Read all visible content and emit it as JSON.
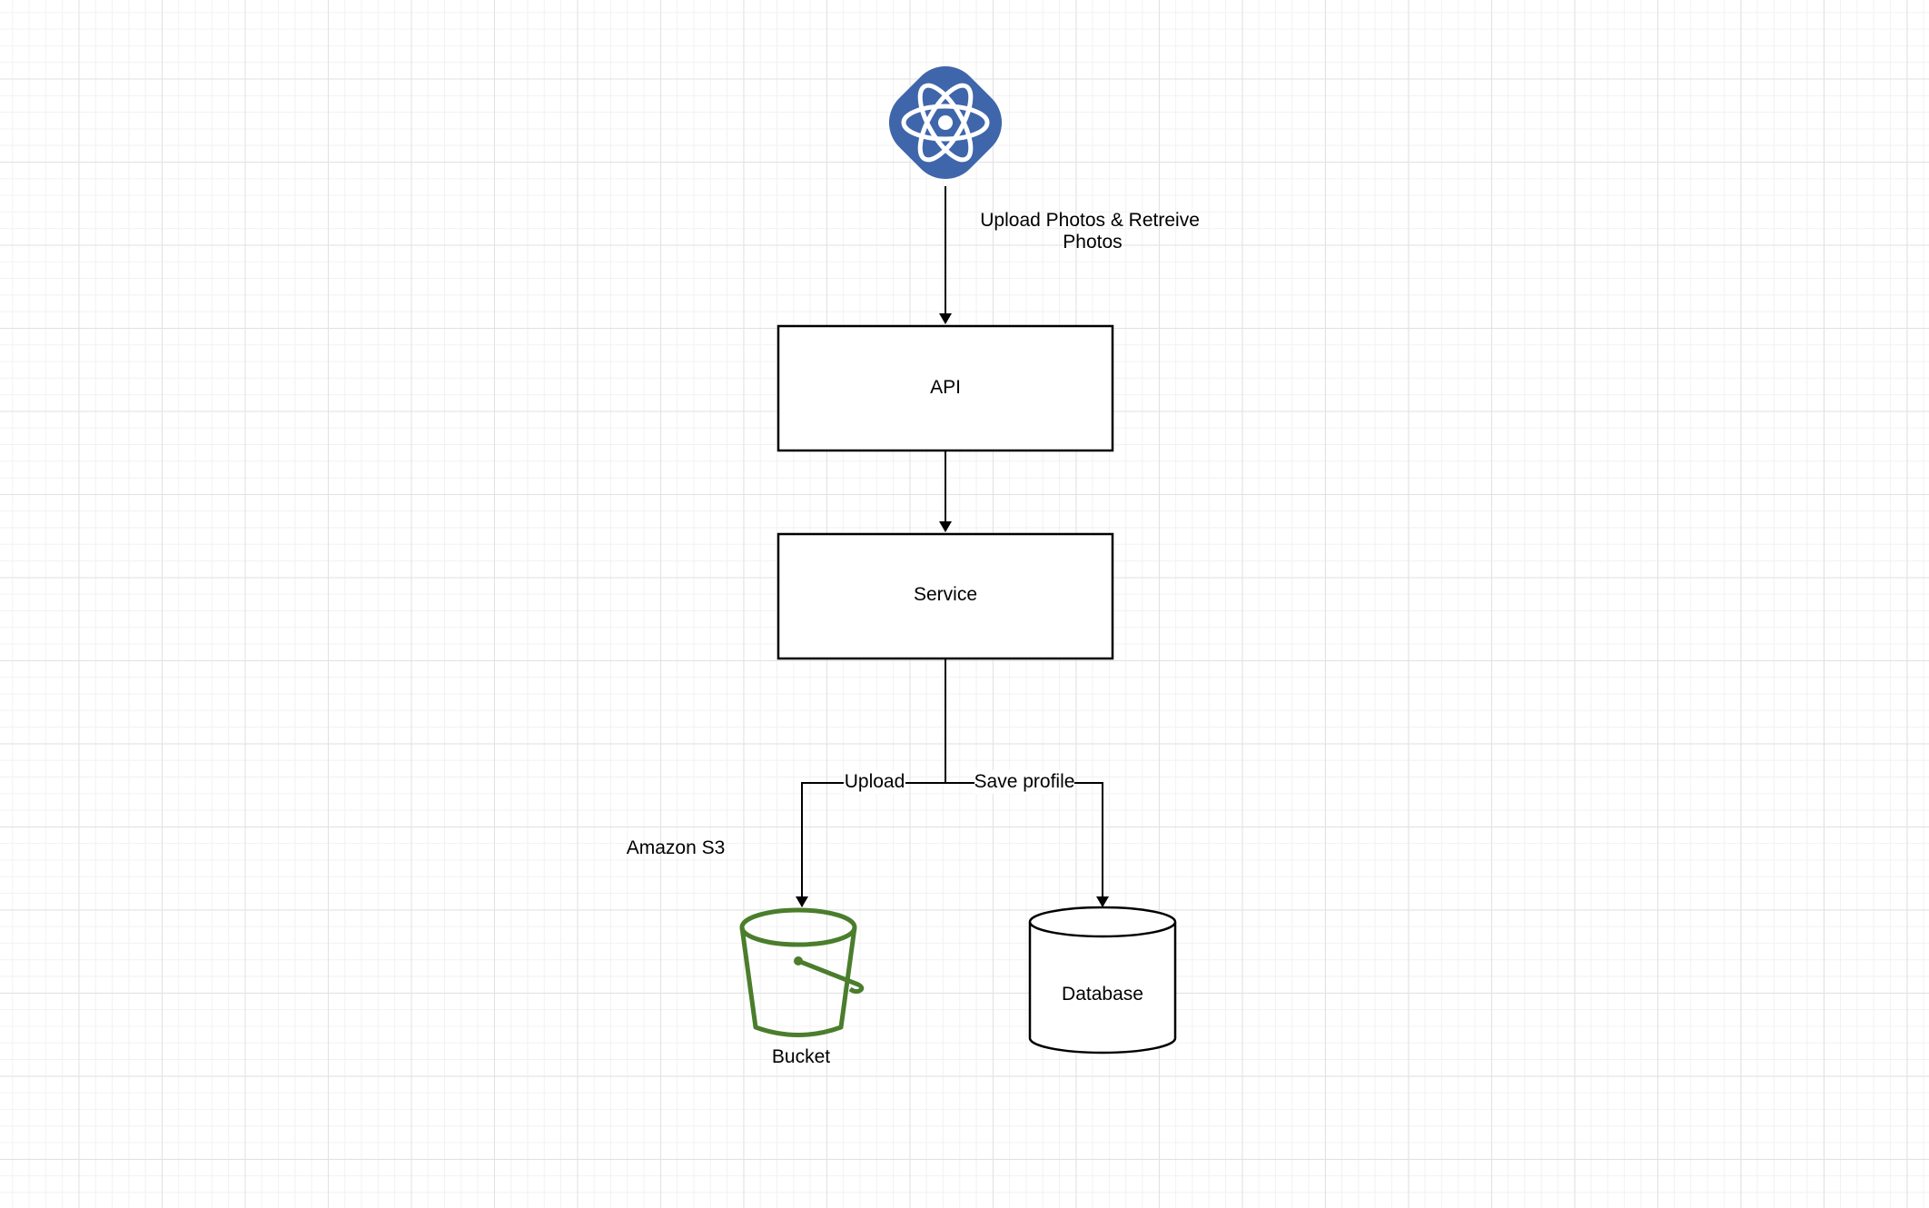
{
  "diagram": {
    "client_icon": "react-atom-icon",
    "edge_client_api_label_line1": "Upload Photos & Retreive",
    "edge_client_api_label_line2": "Photos",
    "api_label": "API",
    "service_label": "Service",
    "edge_upload_label": "Upload",
    "edge_save_label": "Save profile",
    "s3_label": "Amazon S3",
    "bucket_icon": "s3-bucket-icon",
    "bucket_label": "Bucket",
    "database_label": "Database",
    "colors": {
      "react_blue": "#3f66aa",
      "bucket_green": "#4a7d2c",
      "stroke": "#000000"
    }
  }
}
